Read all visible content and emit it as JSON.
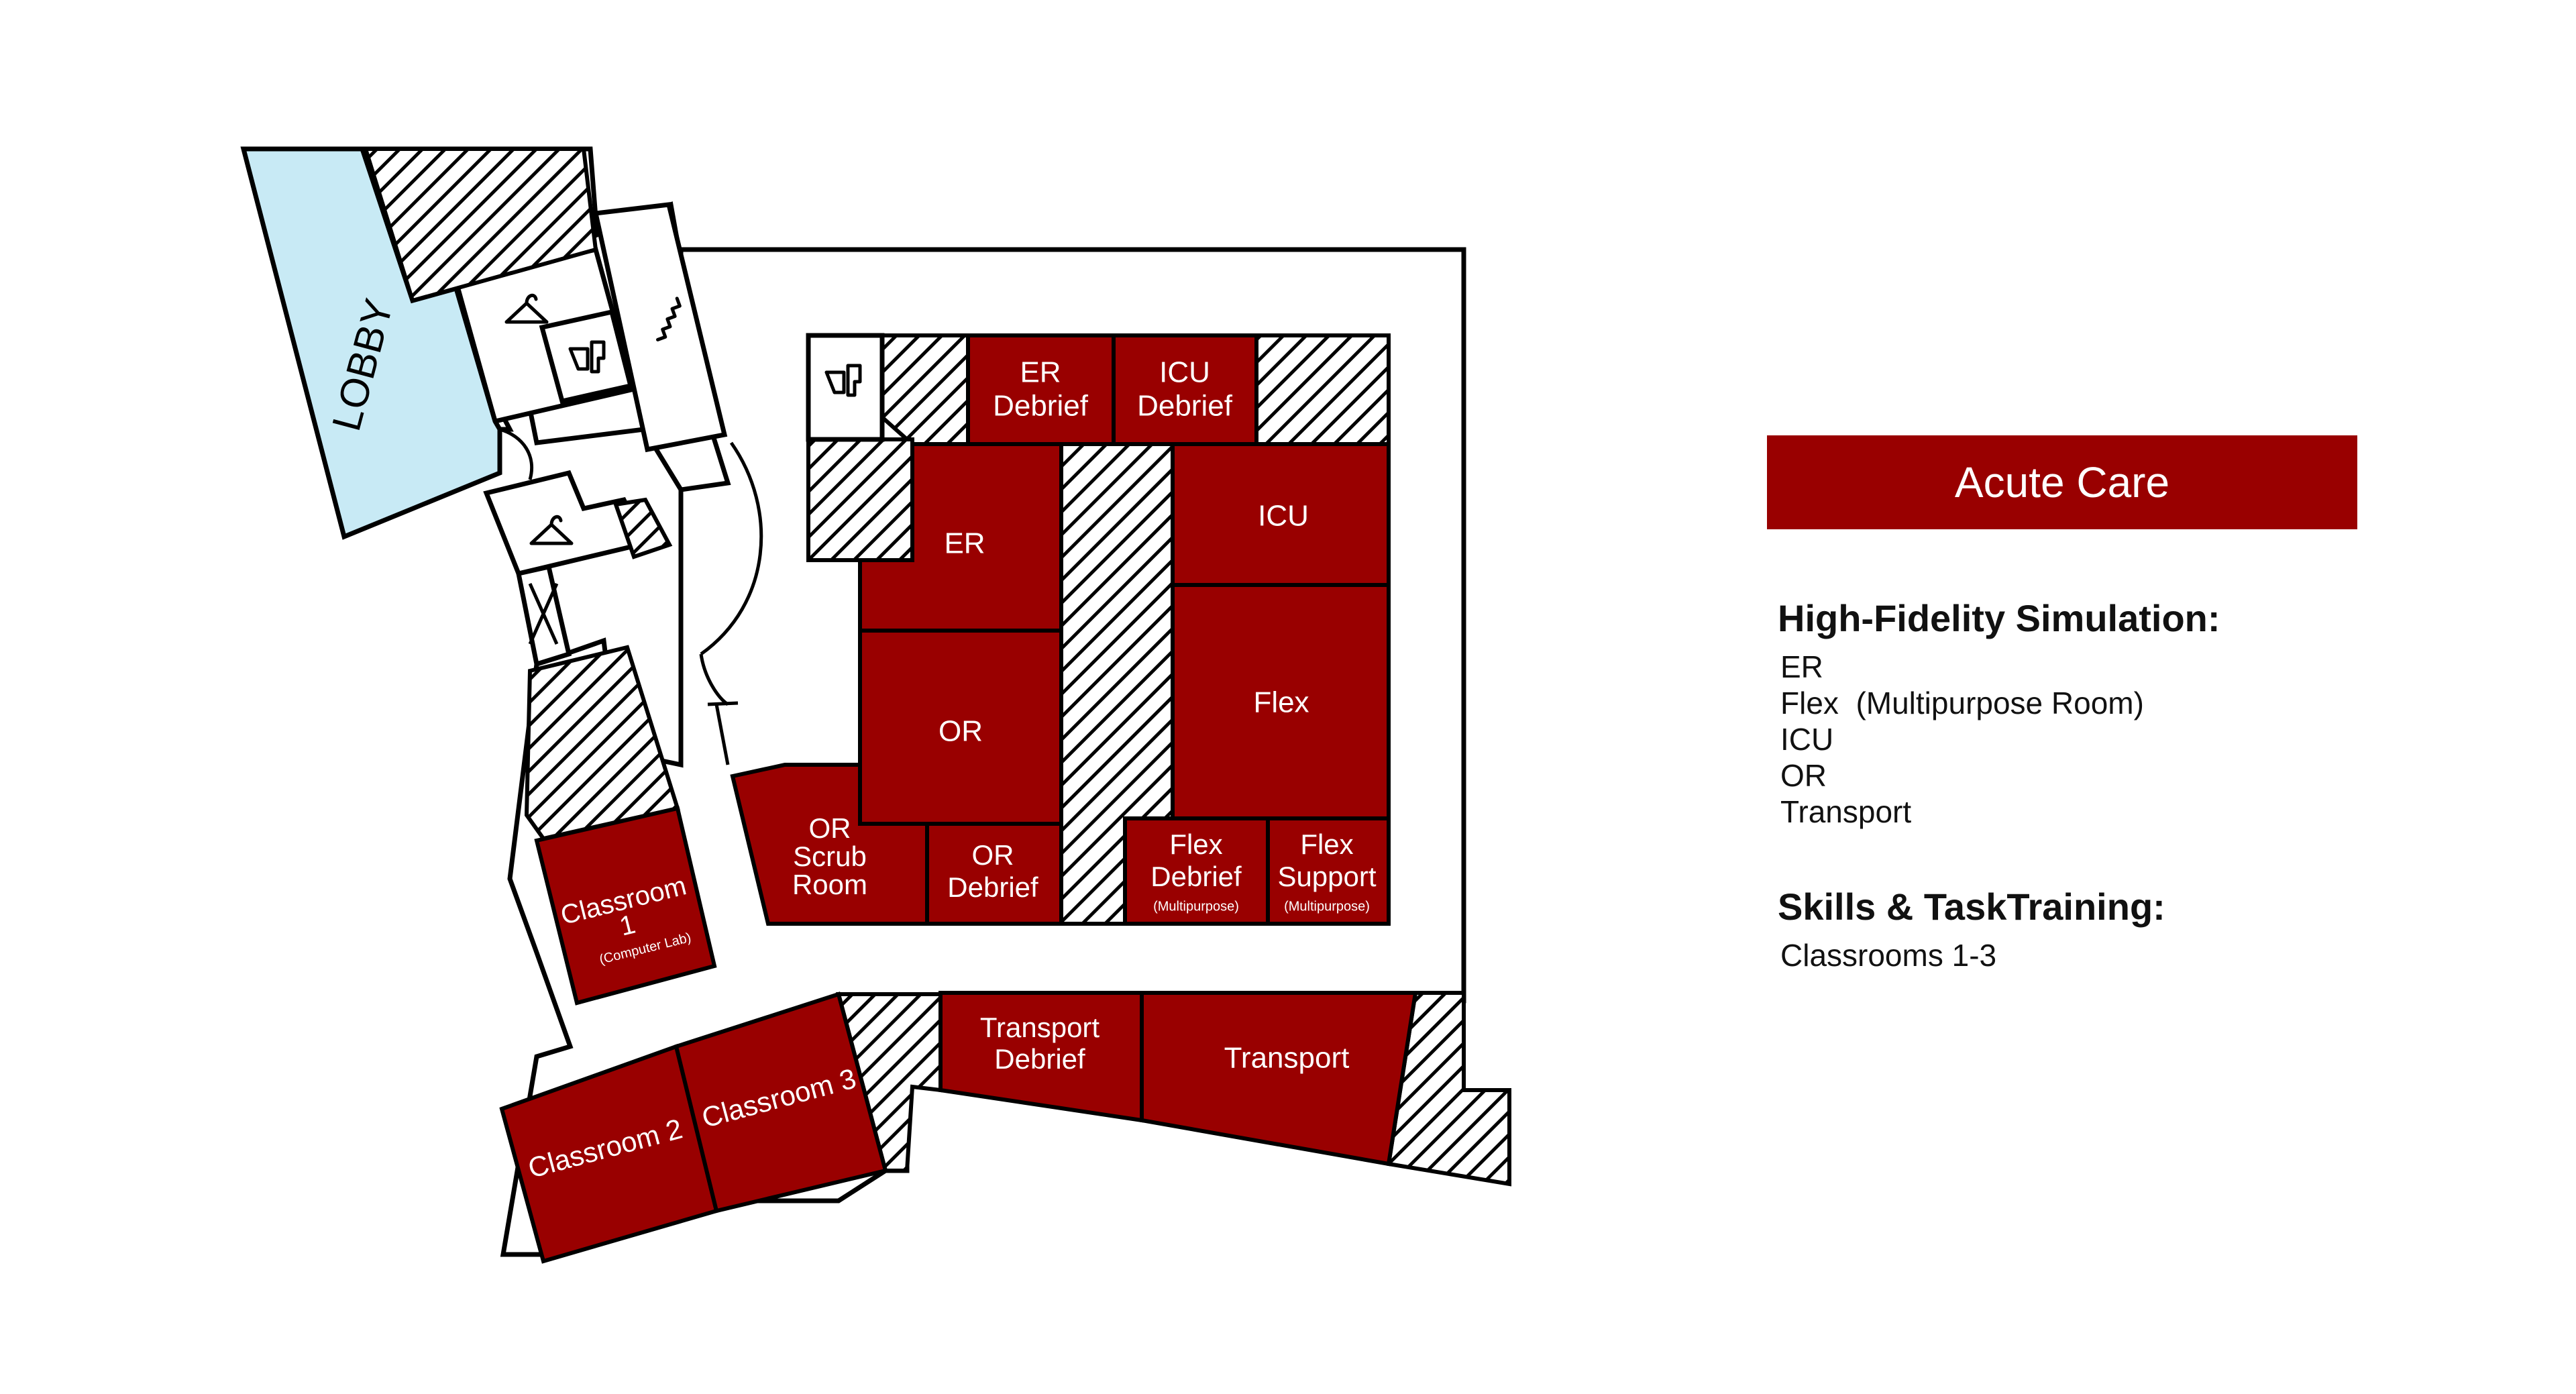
{
  "map": {
    "lobby_label": "LOBBY",
    "rooms": {
      "er_debrief": [
        "ER",
        "Debrief"
      ],
      "icu_debrief": [
        "ICU",
        "Debrief"
      ],
      "er": "ER",
      "icu": "ICU",
      "or": "OR",
      "flex": "Flex",
      "or_scrub": [
        "OR",
        "Scrub",
        "Room"
      ],
      "or_debrief": [
        "OR",
        "Debrief"
      ],
      "flex_debrief": [
        "Flex",
        "Debrief"
      ],
      "flex_debrief_note": "(Multipurpose)",
      "flex_support": [
        "Flex",
        "Support"
      ],
      "flex_support_note": "(Multipurpose)",
      "classroom1": [
        "Classroom",
        "1"
      ],
      "classroom1_note": "(Computer Lab)",
      "classroom2": "Classroom 2",
      "classroom3": "Classroom 3",
      "transport_debrief": [
        "Transport",
        "Debrief"
      ],
      "transport": "Transport"
    },
    "icons": [
      "coat-hanger-icon",
      "restroom-icon",
      "stairs-icon"
    ],
    "colors": {
      "room_fill": "#990000",
      "lobby_fill": "#c8eaf5",
      "outline": "#000000"
    }
  },
  "legend": {
    "title": "Acute Care",
    "high_fidelity": {
      "heading": "High-Fidelity Simulation:",
      "items": [
        "ER",
        "Flex  (Multipurpose Room)",
        "ICU",
        "OR",
        "Transport"
      ]
    },
    "skills": {
      "heading": "Skills & TaskTraining:",
      "items": [
        "Classrooms 1-3"
      ]
    }
  }
}
